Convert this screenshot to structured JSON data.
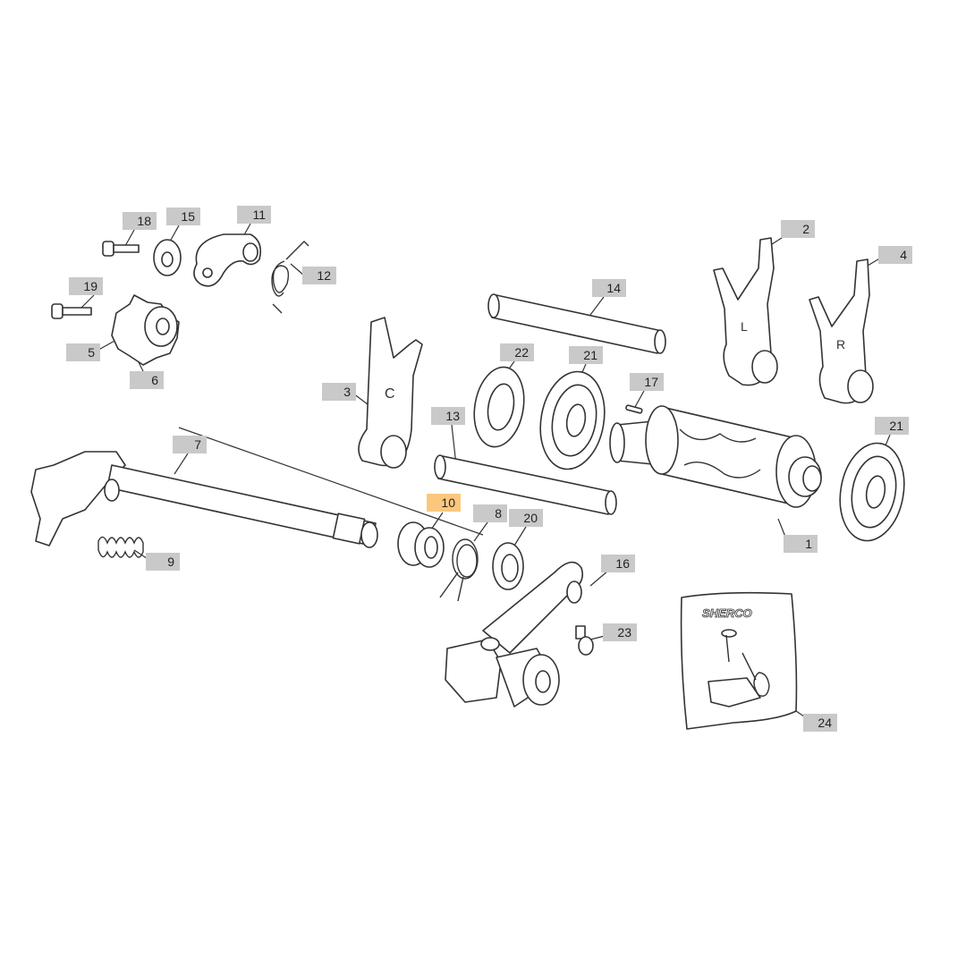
{
  "diagram": {
    "labels": {
      "l1": "1",
      "l2": "2",
      "l3": "3",
      "l4": "4",
      "l5": "5",
      "l6": "6",
      "l7": "7",
      "l8": "8",
      "l9": "9",
      "l10": "10",
      "l11": "11",
      "l12": "12",
      "l13": "13",
      "l14": "14",
      "l15": "15",
      "l16": "16",
      "l17": "17",
      "l18": "18",
      "l19": "19",
      "l20": "20",
      "l21a": "21",
      "l21b": "21",
      "l22": "22",
      "l23": "23",
      "l24": "24"
    },
    "fork_letters": {
      "c": "C",
      "l": "L",
      "r": "R"
    },
    "bag_logo": "SHERCO",
    "highlighted_part": "10",
    "colors": {
      "label_bg": "#c9c9c9",
      "highlight_bg": "#fbc77e",
      "line": "#333333"
    }
  }
}
